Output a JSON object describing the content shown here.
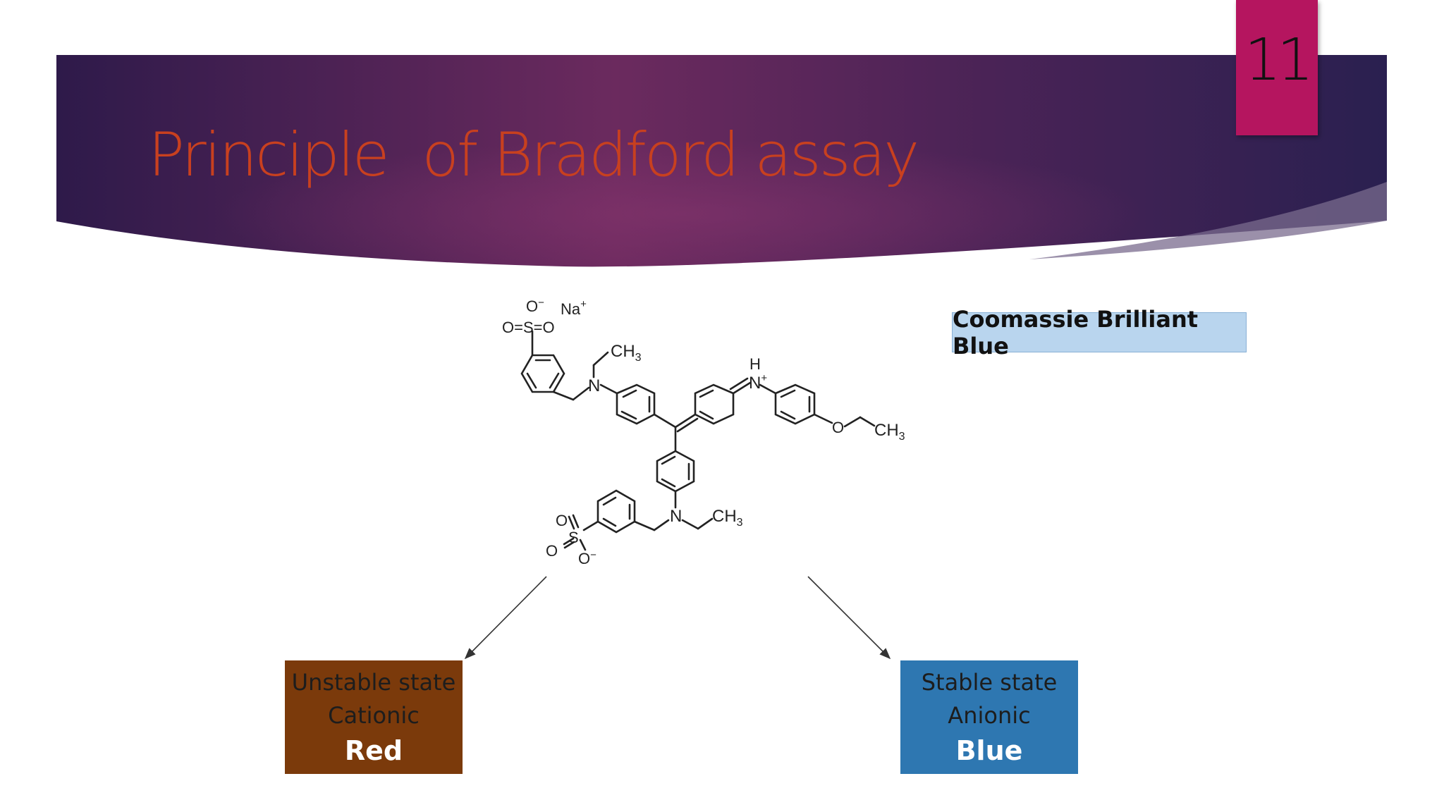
{
  "slide": {
    "title": "Principle  of Bradford assay",
    "page_number": "11"
  },
  "dye_label": "Coomassie Brilliant Blue",
  "molecule": {
    "atoms": {
      "o_minus_top": "O",
      "o_minus_top_charge": "−",
      "na": "Na",
      "na_charge": "+",
      "o_s_o_top": "O=S=O",
      "ch3_top": "CH",
      "ch3_top_sub": "3",
      "n_top": "N",
      "h_iminium": "H",
      "n_iminium": "N",
      "n_iminium_charge": "+",
      "o_ether": "O",
      "ch3_ether": "CH",
      "ch3_ether_sub": "3",
      "n_bottom": "N",
      "ch3_bottom": "CH",
      "ch3_bottom_sub": "3",
      "o_bottom_top": "O",
      "s_bottom": "S",
      "o_bottom_left": "O",
      "o_bottom_minus": "O",
      "o_bottom_minus_charge": "−"
    }
  },
  "states": {
    "unstable": {
      "line1": "Unstable state",
      "line2": "Cationic",
      "color_word": "Red",
      "box_color": "#7b3a0b"
    },
    "stable": {
      "line1": "Stable state",
      "line2": "Anionic",
      "color_word": "Blue",
      "box_color": "#2e77b1"
    }
  },
  "colors": {
    "title": "#c8401f",
    "page_badge": "#b5155f",
    "banner_left": "#2e1a4a",
    "banner_mid": "#6b2a5e",
    "banner_right": "#2a2050"
  }
}
